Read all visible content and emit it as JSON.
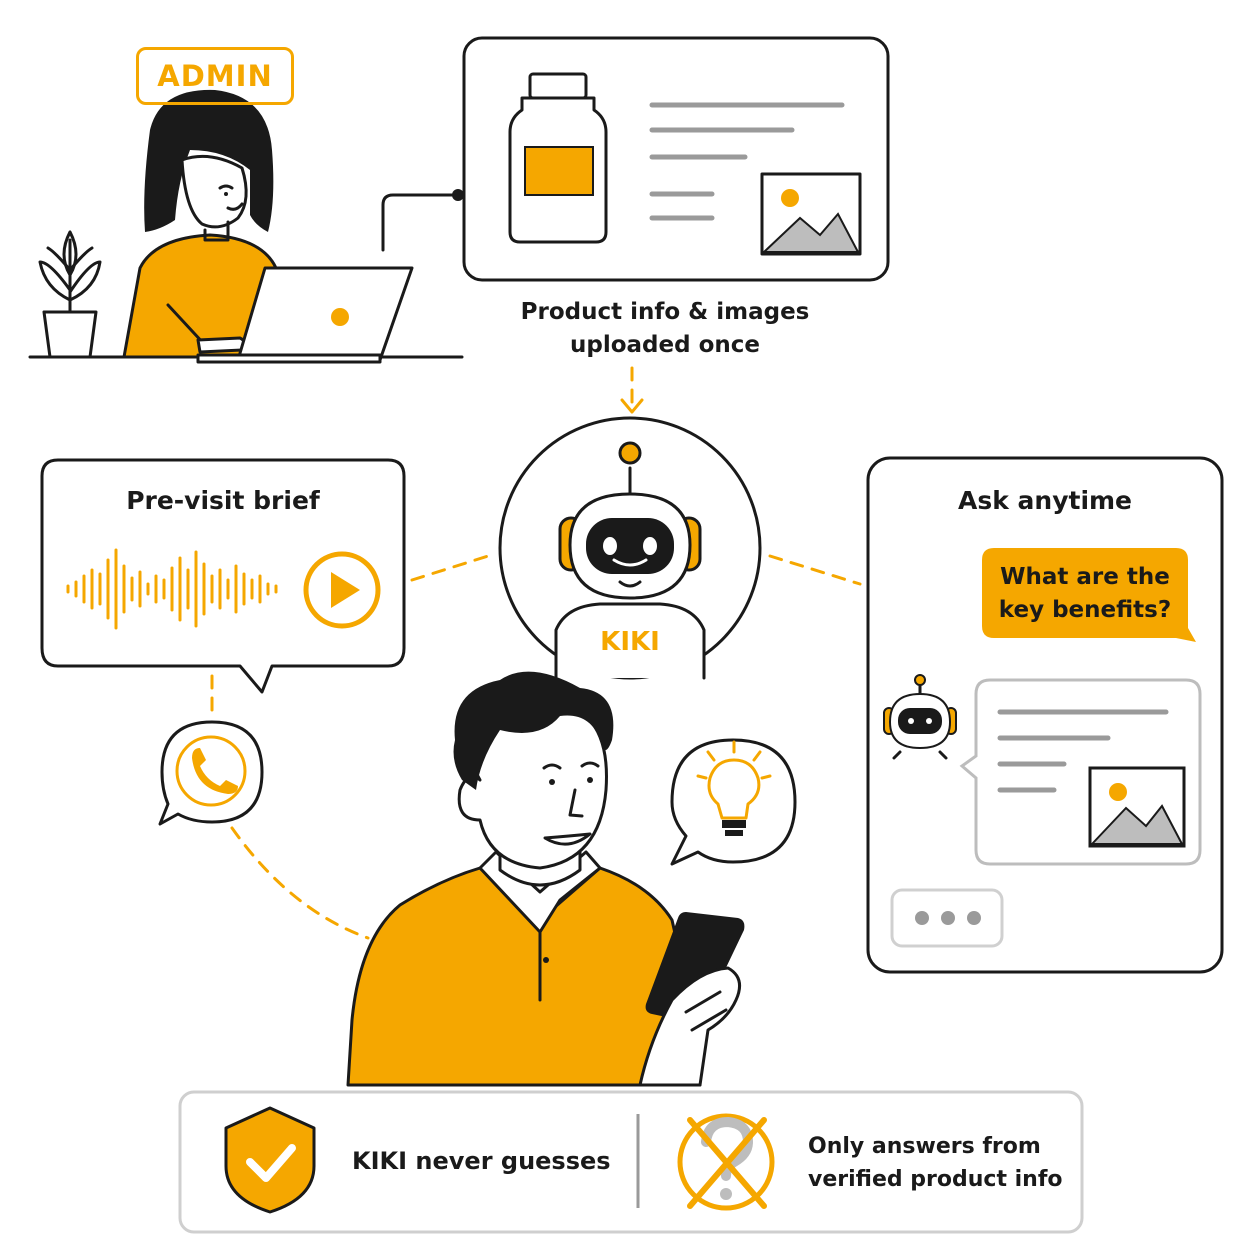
{
  "admin": {
    "badge_label": "ADMIN"
  },
  "upload_card": {
    "caption_line1": "Product info & images",
    "caption_line2": "uploaded once"
  },
  "robot": {
    "name": "KIKI"
  },
  "brief_card": {
    "title": "Pre-visit brief"
  },
  "ask_card": {
    "title": "Ask anytime",
    "question_line1": "What are the",
    "question_line2": "key benefits?"
  },
  "footer": {
    "left_text": "KIKI never guesses",
    "right_line1": "Only answers from",
    "right_line2": "verified product info"
  },
  "icons": [
    "plant-icon",
    "laptop-icon",
    "bottle-icon",
    "image-icon",
    "robot-icon",
    "audio-wave-icon",
    "play-icon",
    "whatsapp-icon",
    "lightbulb-icon",
    "phone-icon",
    "shield-check-icon",
    "question-crossed-icon",
    "typing-dots-icon"
  ],
  "colors": {
    "accent": "#f5a700",
    "ink": "#1a1a1a",
    "muted": "#9a9a9a",
    "light": "#d0d0d0"
  }
}
